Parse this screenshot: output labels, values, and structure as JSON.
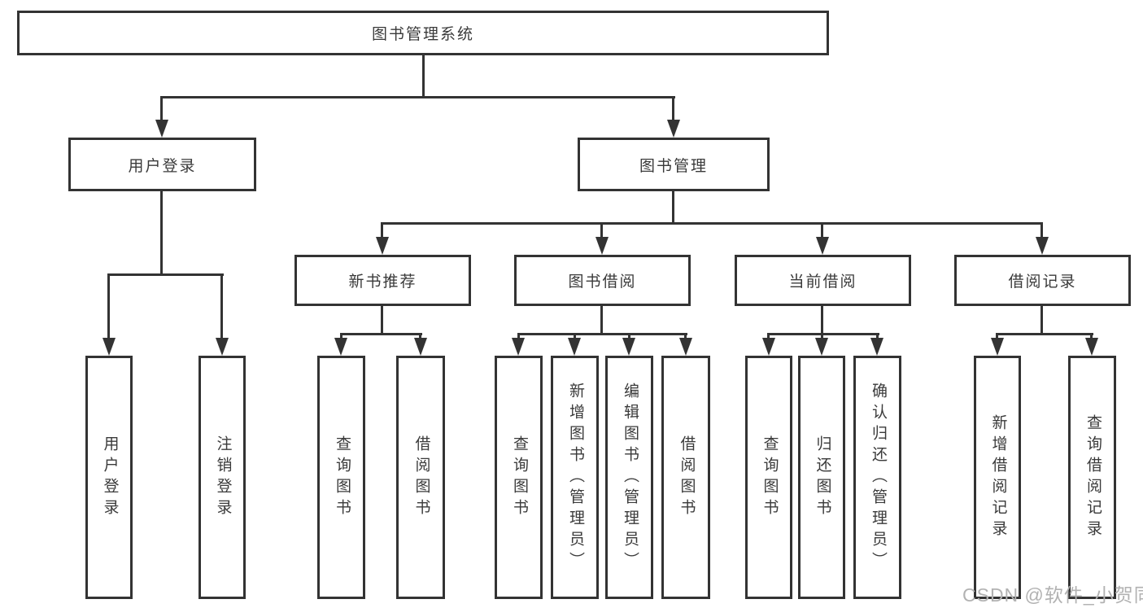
{
  "nodes": {
    "root": {
      "label": "图书管理系统"
    },
    "login": {
      "label": "用户登录"
    },
    "mgmt": {
      "label": "图书管理"
    },
    "rec": {
      "label": "新书推荐"
    },
    "bor": {
      "label": "图书借阅"
    },
    "cur": {
      "label": "当前借阅"
    },
    "recd": {
      "label": "借阅记录"
    },
    "leaf_login_1": {
      "label": "用户登录"
    },
    "leaf_login_2": {
      "label": "注销登录"
    },
    "leaf_rec_1": {
      "label": "查询图书"
    },
    "leaf_rec_2": {
      "label": "借阅图书"
    },
    "leaf_bor_1": {
      "label": "查询图书"
    },
    "leaf_bor_2": {
      "label": "新增图书（管理员）"
    },
    "leaf_bor_3": {
      "label": "编辑图书（管理员）"
    },
    "leaf_bor_4": {
      "label": "借阅图书"
    },
    "leaf_cur_1": {
      "label": "查询图书"
    },
    "leaf_cur_2": {
      "label": "归还图书"
    },
    "leaf_cur_3": {
      "label": "确认归还（管理员）"
    },
    "leaf_recd_1": {
      "label": "新增借阅记录"
    },
    "leaf_recd_2": {
      "label": "查询借阅记录"
    }
  },
  "structure": {
    "root": [
      "login",
      "mgmt"
    ],
    "login": [
      "leaf_login_1",
      "leaf_login_2"
    ],
    "mgmt": [
      "rec",
      "bor",
      "cur",
      "recd"
    ],
    "rec": [
      "leaf_rec_1",
      "leaf_rec_2"
    ],
    "bor": [
      "leaf_bor_1",
      "leaf_bor_2",
      "leaf_bor_3",
      "leaf_bor_4"
    ],
    "cur": [
      "leaf_cur_1",
      "leaf_cur_2",
      "leaf_cur_3"
    ],
    "recd": [
      "leaf_recd_1",
      "leaf_recd_2"
    ]
  },
  "watermark": {
    "text": "CSDN @软件_小贺同学"
  },
  "colors": {
    "line": "#333333",
    "text": "#3a3a3a",
    "watermark": "#b2b2b2",
    "background": "#ffffff"
  }
}
